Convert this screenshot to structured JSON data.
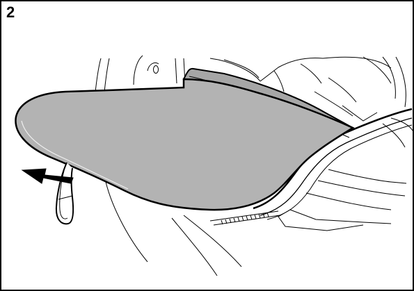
{
  "step": {
    "number": "2"
  },
  "illustration": {
    "subject": "luggage-compartment-floor-panel",
    "action": "pull-out",
    "colors": {
      "line": "#000000",
      "panel_fill": "#b3b3b3",
      "panel_top_fill": "#a6a6a6",
      "background": "#ffffff",
      "frame": "#000000"
    },
    "icons": [
      "pull-direction-arrow-icon",
      "pull-strap-handle-icon"
    ]
  }
}
